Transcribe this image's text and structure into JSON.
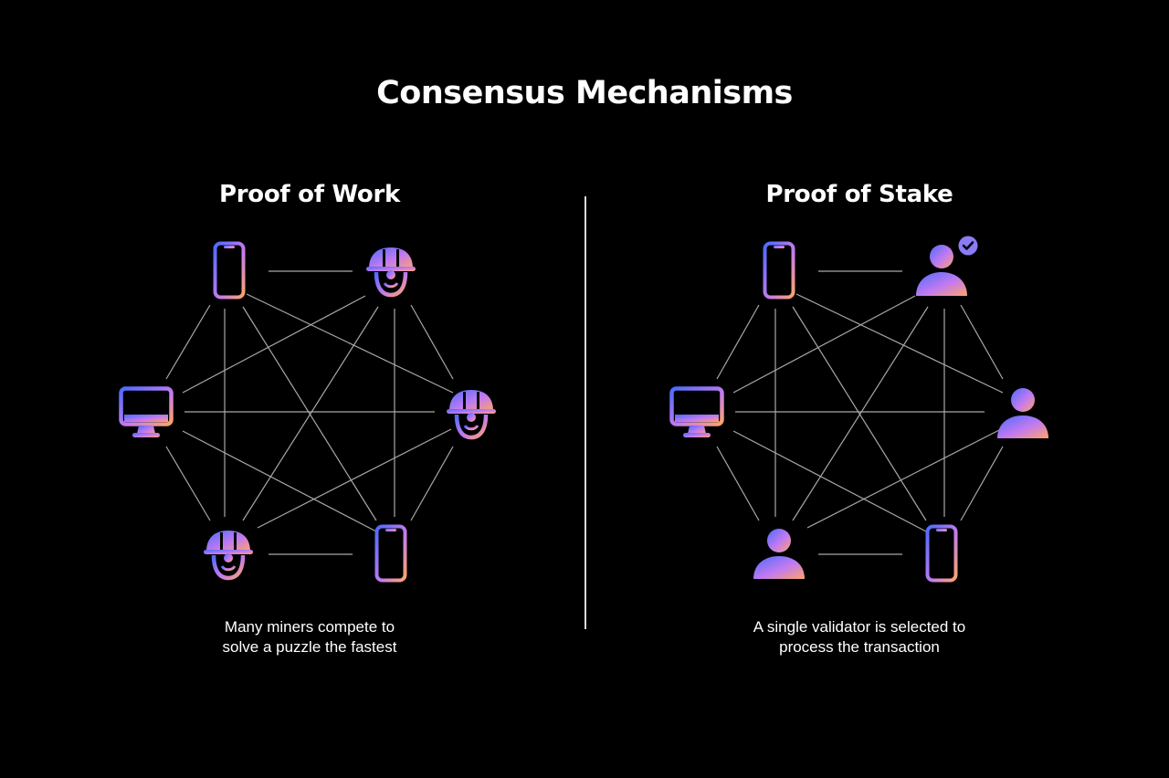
{
  "title": "Consensus Mechanisms",
  "panels": [
    {
      "title": "Proof of Work",
      "caption": [
        "Many miners compete to",
        "solve a puzzle the fastest"
      ],
      "nodes": [
        "phone-icon",
        "miner-helmet-icon",
        "miner-helmet-icon",
        "phone-icon",
        "miner-helmet-icon",
        "monitor-icon"
      ]
    },
    {
      "title": "Proof of Stake",
      "caption": [
        "A single validator is selected to",
        "process the transaction"
      ],
      "nodes": [
        "phone-icon",
        "validator-selected-icon",
        "person-icon",
        "phone-icon",
        "person-icon",
        "monitor-icon"
      ]
    }
  ],
  "colors": {
    "background": "#000000",
    "gradient_start": "#4b6bff",
    "gradient_mid": "#c27af0",
    "gradient_end": "#ffa36a",
    "edge": "#a8a8a8"
  }
}
